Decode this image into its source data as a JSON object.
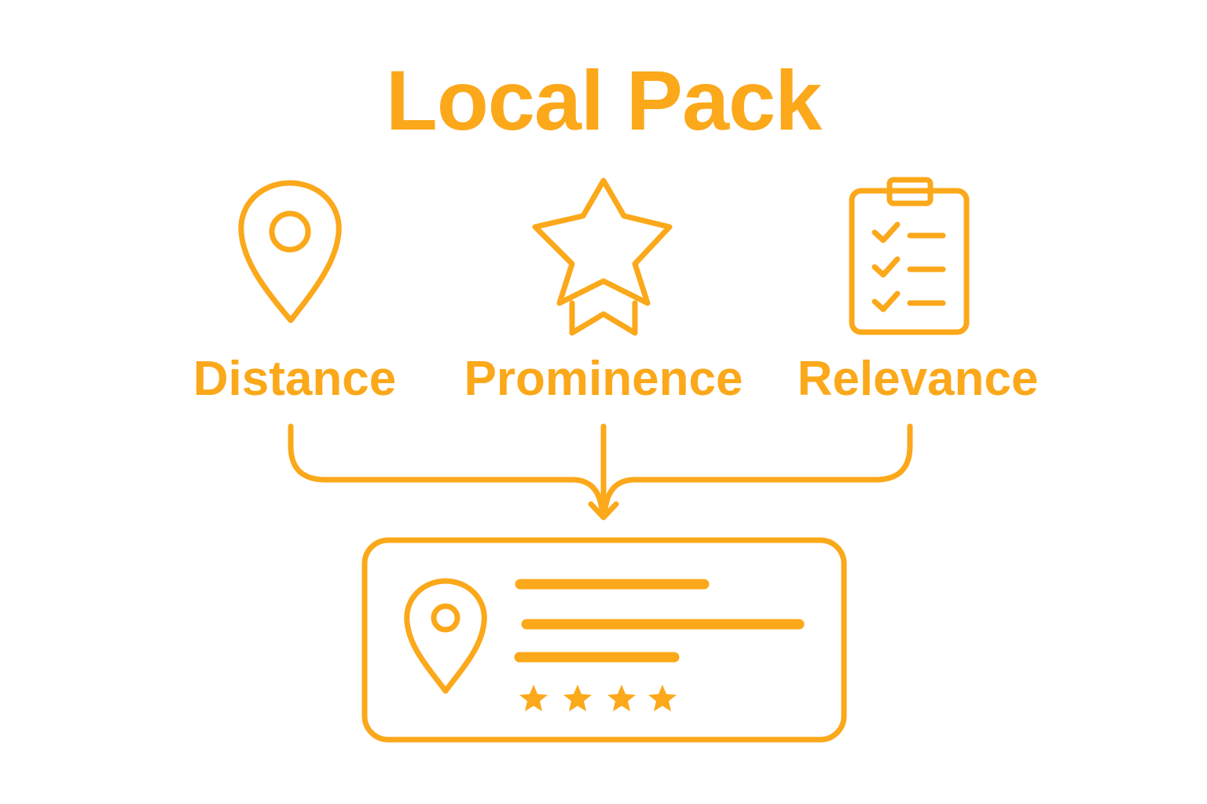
{
  "title": "Local Pack",
  "factors": [
    {
      "label": "Distance",
      "icon": "map-pin-icon"
    },
    {
      "label": "Prominence",
      "icon": "star-award-icon"
    },
    {
      "label": "Relevance",
      "icon": "clipboard-checklist-icon"
    }
  ],
  "result_card": {
    "icon": "map-pin-icon",
    "rating_stars": 4,
    "text_lines": 3
  },
  "colors": {
    "accent": "#FBA81A",
    "background": "#FFFFFF"
  }
}
